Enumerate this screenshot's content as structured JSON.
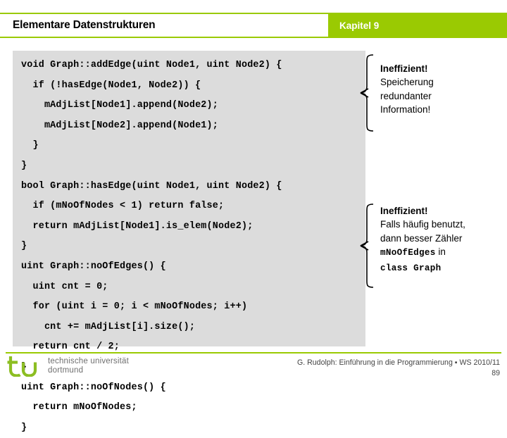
{
  "header": {
    "title": "Elementare Datenstrukturen",
    "chapter": "Kapitel 9",
    "accent_color": "#9ACA02"
  },
  "code": {
    "background_color": "#DCDCDC",
    "lines": [
      "void Graph::addEdge(uint Node1, uint Node2) {",
      "  if (!hasEdge(Node1, Node2)) {",
      "    mAdjList[Node1].append(Node2);",
      "    mAdjList[Node2].append(Node1);",
      "  }",
      "}",
      "bool Graph::hasEdge(uint Node1, uint Node2) {",
      "  if (mNoOfNodes < 1) return false;",
      "  return mAdjList[Node1].is_elem(Node2);",
      "}",
      "uint Graph::noOfEdges() {",
      "  uint cnt = 0;",
      "  for (uint i = 0; i < mNoOfNodes; i++)",
      "    cnt += mAdjList[i].size();",
      "  return cnt / 2;",
      "}",
      "uint Graph::noOfNodes() {",
      "  return mNoOfNodes;",
      "}"
    ]
  },
  "annotations": [
    {
      "title": "Ineffizient!",
      "lines": [
        [
          {
            "text": "Speicherung",
            "style": "sans"
          }
        ],
        [
          {
            "text": "redundanter",
            "style": "sans"
          }
        ],
        [
          {
            "text": "Information!",
            "style": "sans"
          }
        ]
      ]
    },
    {
      "title": "Ineffizient!",
      "lines": [
        [
          {
            "text": "Falls häufig benutzt,",
            "style": "sans"
          }
        ],
        [
          {
            "text": "dann besser Zähler",
            "style": "sans"
          }
        ],
        [
          {
            "text": "mNoOfEdges",
            "style": "mono"
          },
          {
            "text": " in",
            "style": "sans"
          }
        ],
        [
          {
            "text": "class Graph",
            "style": "mono"
          }
        ]
      ]
    }
  ],
  "footer": {
    "logo_letters": "tu",
    "logo_line1": "technische universität",
    "logo_line2": "dortmund",
    "credit": "G. Rudolph: Einführung in die Programmierung ▪ WS 2010/11",
    "page_number": "89",
    "rule_color": "#9ACA02",
    "logo_color": "#8CBE22"
  }
}
